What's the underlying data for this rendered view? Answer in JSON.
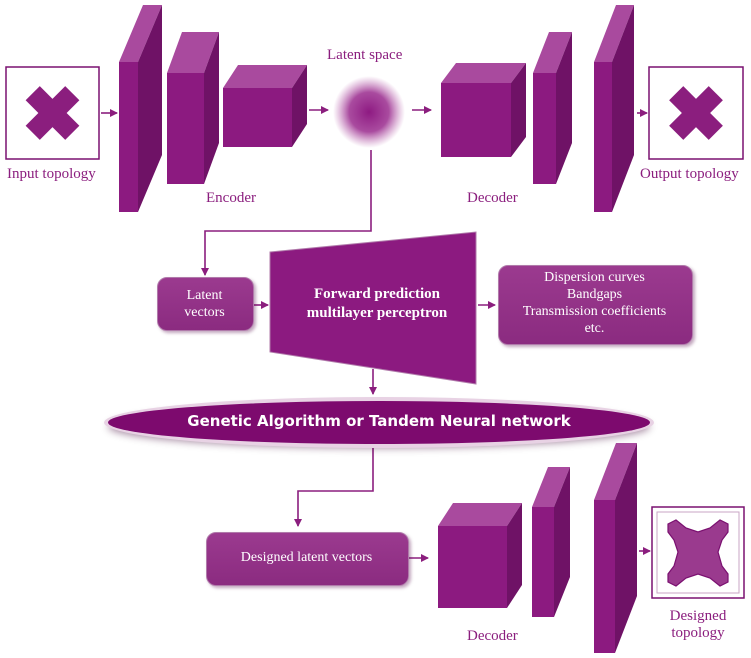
{
  "labels": {
    "input_topology": "Input topology",
    "output_topology": "Output topology",
    "encoder": "Encoder",
    "decoder_top": "Decoder",
    "latent_space": "Latent space",
    "decoder_bottom": "Decoder",
    "designed_topology_line1": "Designed",
    "designed_topology_line2": "topology"
  },
  "boxes": {
    "latent_vectors_line1": "Latent",
    "latent_vectors_line2": "vectors",
    "forward_prediction_line1": "Forward prediction",
    "forward_prediction_line2": "multilayer perceptron",
    "outputs_line1": "Dispersion curves",
    "outputs_line2": "Bandgaps",
    "outputs_line3": "Transmission coefficients",
    "outputs_line4": "etc.",
    "designed_latent_vectors": "Designed latent vectors",
    "genetic_algorithm": "Genetic Algorithm or Tandem Neural network"
  },
  "colors": {
    "primary": "#8b1e7e",
    "box_front": "#8c1a80",
    "box_side": "#6f1266",
    "box_top": "#a94a9e",
    "ellipse": "#7d0a6e"
  }
}
